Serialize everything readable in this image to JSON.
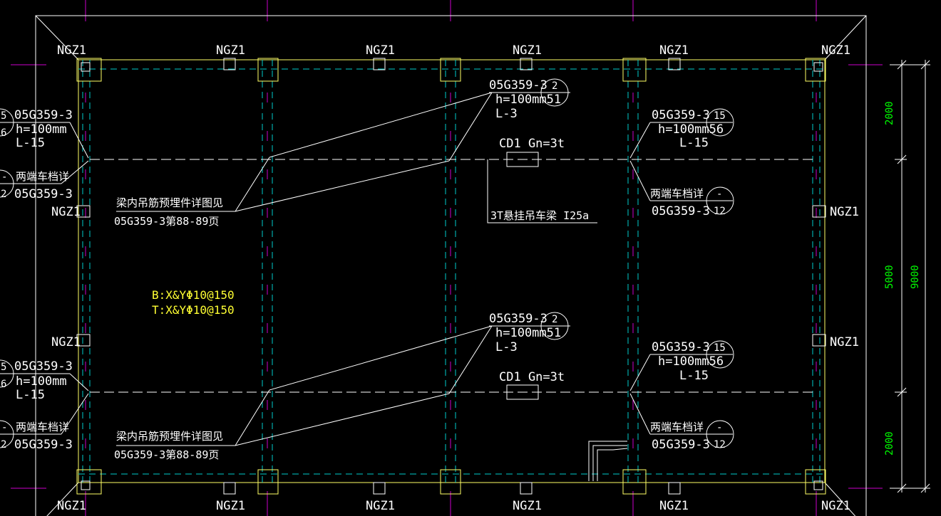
{
  "colors": {
    "background": "#000000",
    "outline": "#ffffff",
    "slab_edge": "#ffff66",
    "beam_dash": "#00cccc",
    "axis": "#cc00cc",
    "note": "#ffff33",
    "dimension": "#00ff00"
  },
  "labels": {
    "column": "NGZ1",
    "ref_a": "05G359-3",
    "ref_b": "h=100mm51",
    "ref_c": "L-3",
    "ref_d": "h=100mm56",
    "ref_e": "L-15",
    "ref_f": "h=100mm",
    "bubble_2": "2",
    "bubble_15": "15",
    "bubble_12": "12",
    "bubble_dash": "-",
    "bubble_5": "5",
    "bubble_6": "6",
    "crane_stop": "两端车档详",
    "hoist_note_1": "梁内吊筋预埋件详图见",
    "hoist_note_2": "05G359-3第88-89页",
    "crane_load": "CD1 Gn=3t",
    "hoist_beam": "3T悬挂吊车梁  I25a",
    "rebar_bottom": "B:X&YΦ10@150",
    "rebar_top": "T:X&YΦ10@150"
  },
  "dimensions": {
    "segments": [
      "2000",
      "5000",
      "2000"
    ],
    "total": "9000"
  }
}
